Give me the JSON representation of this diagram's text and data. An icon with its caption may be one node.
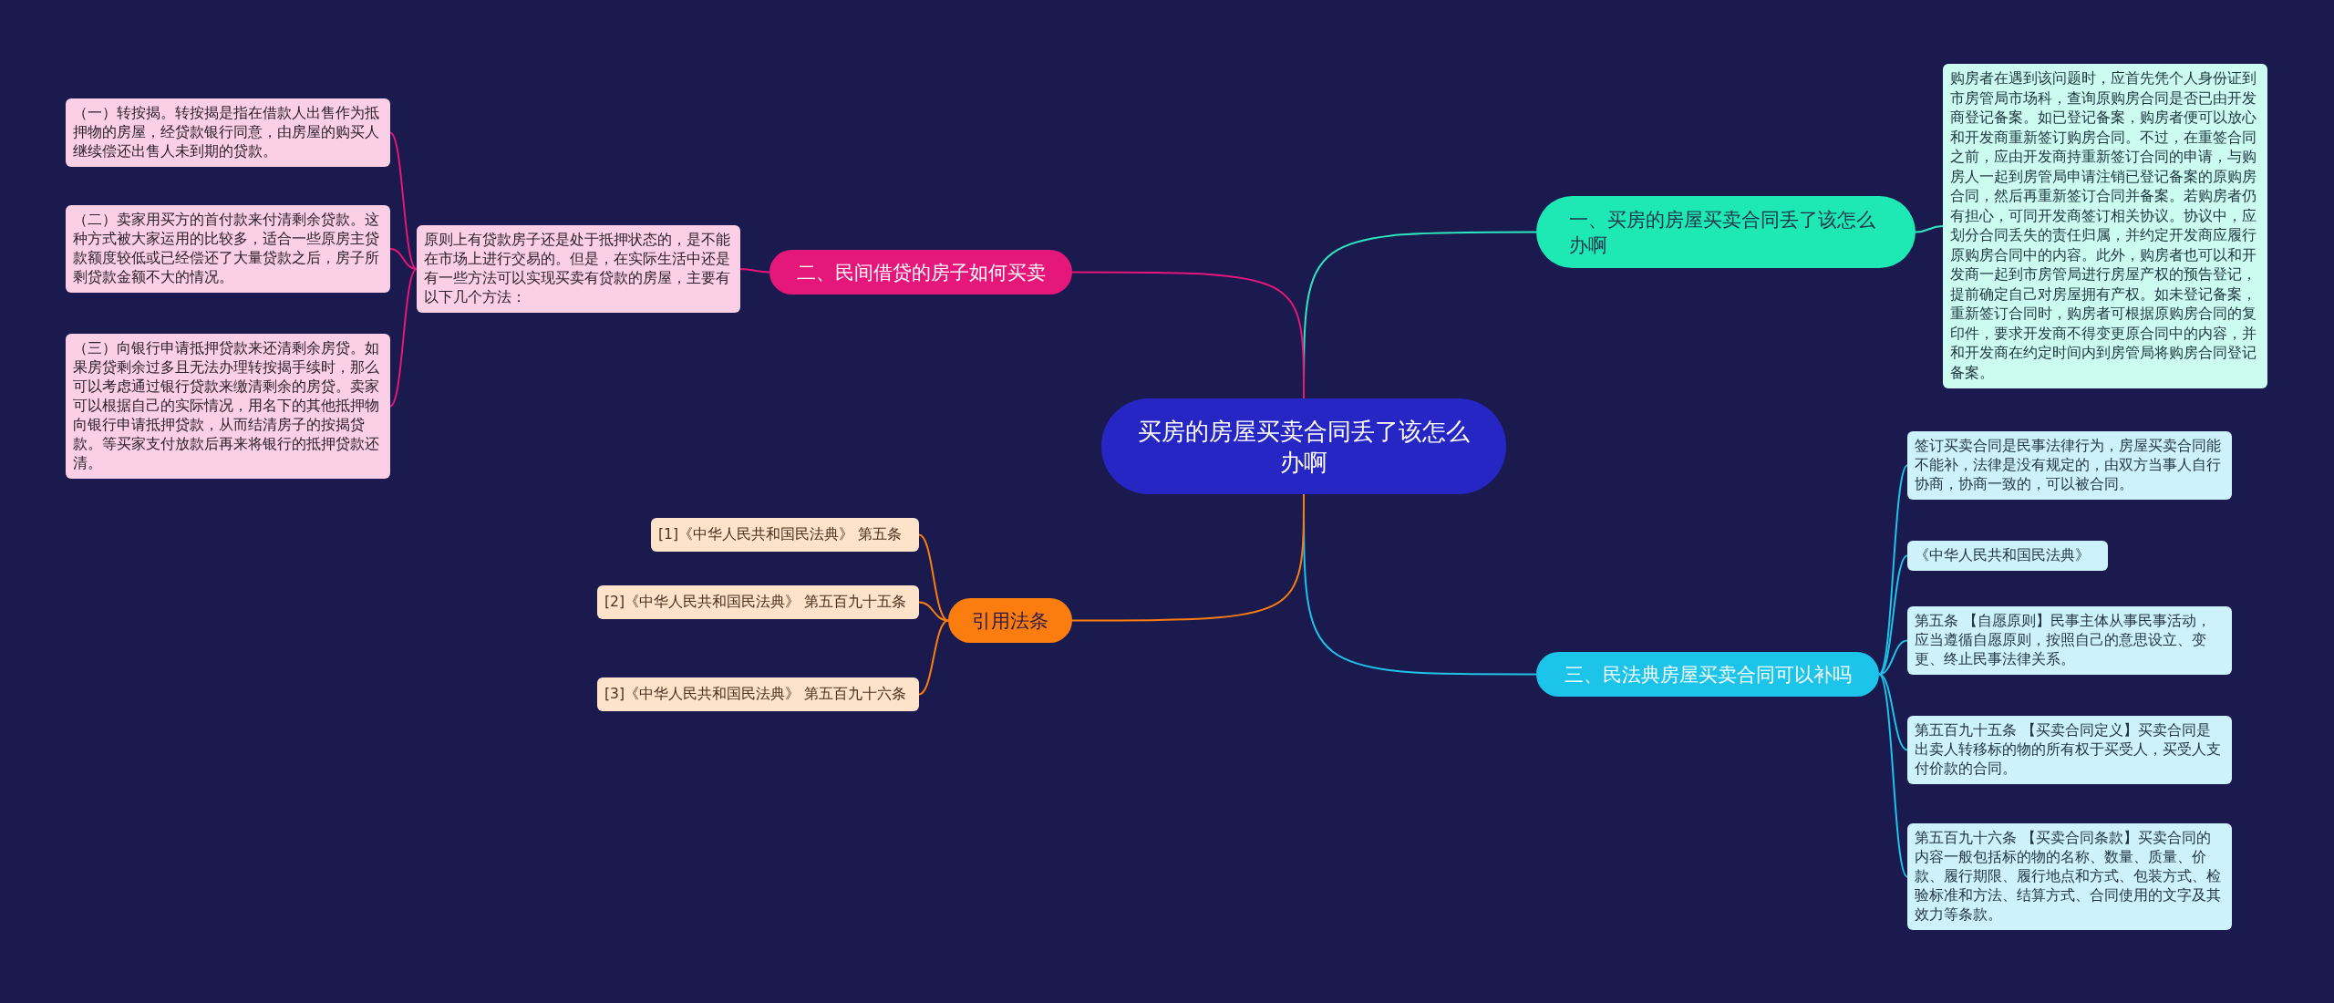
{
  "diagram": {
    "nodes": [
      {
        "text": [
          "买房的房屋买卖合同丢了该怎么办啊"
        ]
      },
      {
        "text": [
          "一、买房的房屋买卖合同丢了该怎么办啊"
        ]
      },
      {
        "text": [
          "购房者在遇到该问题时，应首先凭个人身份证到市房管局市场科，查询原购房合同是否已由开发商登记备案。如已登记备案，购房者便可以放心和开发商重新签订购房合同。不过，在重签合同之前，应由开发商持重新签订合同的申请，与购房人一起到房管局申请注销已登记备案的原购房合同，然后再重新签订合同并备案。若购房者仍有担心，可同开发商签订相关协议。协议中，应划分合同丢失的责任归属，并约定开发商应履行原购房合同中的内容。此外，购房者也可以和开发商一起到市房管局进行房屋产权的预告登记，提前确定自己对房屋拥有产权。如未登记备案，重新签订合同时，购房者可根据原购房合同的复印件，要求开发商不得变更原合同中的内容，并和开发商在约定时间内到房管局将购房合同登记备案。"
        ]
      },
      {
        "text": [
          "二、民间借贷的房子如何买卖"
        ]
      },
      {
        "text": [
          "原则上有贷款房子还是处于抵押状态的，是不能在市场上进行交易的。但是，在实际生活中还是有一些方法可以实现买卖有贷款的房屋，主要有以下几个方法："
        ]
      },
      {
        "text": [
          "（一）转按揭。转按揭是指在借款人出售作为抵押物的房屋，经贷款银行同意，由房屋的购买人继续偿还出售人未到期的贷款。"
        ]
      },
      {
        "text": [
          "（二）卖家用买方的首付款来付清剩余贷款。这种方式被大家运用的比较多，适合一些原房主贷款额度较低或已经偿还了大量贷款之后，房子所剩贷款金额不大的情况。"
        ]
      },
      {
        "text": [
          "（三）向银行申请抵押贷款来还清剩余房贷。如果房贷剩余过多且无法办理转按揭手续时，那么可以考虑通过银行贷款来缴清剩余的房贷。卖家可以根据自己的实际情况，用名下的其他抵押物向银行申请抵押贷款，从而结清房子的按揭贷款。等买家支付放款后再来将银行的抵押贷款还清。"
        ]
      },
      {
        "text": [
          "三、民法典房屋买卖合同可以补吗"
        ]
      },
      {
        "text": [
          "签订买卖合同是民事法律行为，房屋买卖合同能不能补，法律是没有规定的，由双方当事人自行协商，协商一致的，可以被合同。"
        ]
      },
      {
        "text": [
          "《中华人民共和国民法典》"
        ]
      },
      {
        "text": [
          "第五条 【自愿原则】民事主体从事民事活动，应当遵循自愿原则，按照自己的意思设立、变更、终止民事法律关系。"
        ]
      },
      {
        "text": [
          "第五百九十五条 【买卖合同定义】买卖合同是出卖人转移标的物的所有权于买受人，买受人支付价款的合同。"
        ]
      },
      {
        "text": [
          "第五百九十六条 【买卖合同条款】买卖合同的内容一般包括标的物的名称、数量、质量、价款、履行期限、履行地点和方式、包装方式、检验标准和方法、结算方式、合同使用的文字及其效力等条款。"
        ]
      },
      {
        "text": [
          "引用法条"
        ]
      },
      {
        "text": [
          "[1]《中华人民共和国民法典》 第五条"
        ]
      },
      {
        "text": [
          "[2]《中华人民共和国民法典》 第五百九十五条"
        ]
      },
      {
        "text": [
          "[3]《中华人民共和国民法典》 第五百九十六条"
        ]
      }
    ],
    "edges": [
      {
        "from": 0,
        "to": 1,
        "arrow": "none",
        "color": "#2ee6c0"
      },
      {
        "from": 1,
        "to": 2,
        "arrow": "none",
        "color": "#2ee6c0"
      },
      {
        "from": 0,
        "to": 3,
        "arrow": "none",
        "color": "#e5177b"
      },
      {
        "from": 3,
        "to": 4,
        "arrow": "none",
        "color": "#e5177b"
      },
      {
        "from": 4,
        "to": 5,
        "arrow": "none",
        "color": "#e5177b"
      },
      {
        "from": 4,
        "to": 6,
        "arrow": "none",
        "color": "#e5177b"
      },
      {
        "from": 4,
        "to": 7,
        "arrow": "none",
        "color": "#e5177b"
      },
      {
        "from": 0,
        "to": 8,
        "arrow": "none",
        "color": "#1fc3e8"
      },
      {
        "from": 8,
        "to": 9,
        "arrow": "none",
        "color": "#1fc3e8"
      },
      {
        "from": 8,
        "to": 10,
        "arrow": "none",
        "color": "#1fc3e8"
      },
      {
        "from": 8,
        "to": 11,
        "arrow": "none",
        "color": "#1fc3e8"
      },
      {
        "from": 8,
        "to": 12,
        "arrow": "none",
        "color": "#1fc3e8"
      },
      {
        "from": 8,
        "to": 13,
        "arrow": "none",
        "color": "#1fc3e8"
      },
      {
        "from": 0,
        "to": 14,
        "arrow": "none",
        "color": "#fb7d10"
      },
      {
        "from": 14,
        "to": 15,
        "arrow": "none",
        "color": "#fb7d10"
      },
      {
        "from": 14,
        "to": 16,
        "arrow": "none",
        "color": "#fb7d10"
      },
      {
        "from": 14,
        "to": 17,
        "arrow": "none",
        "color": "#fb7d10"
      }
    ]
  }
}
